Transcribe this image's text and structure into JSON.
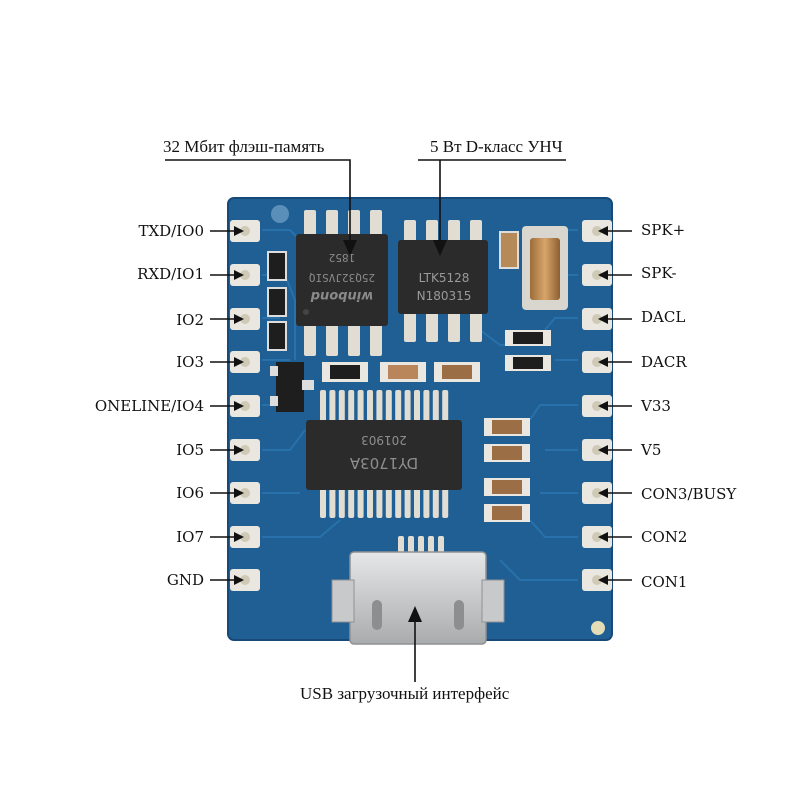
{
  "callouts": {
    "flash": "32 Мбит флэш-память",
    "amp": "5 Вт D-класс УНЧ",
    "usb": "USB загрузочный интерфейс"
  },
  "pins_left": [
    "TXD/IO0",
    "RXD/IO1",
    "IO2",
    "IO3",
    "ONELINE/IO4",
    "IO5",
    "IO6",
    "IO7",
    "GND"
  ],
  "pins_right": [
    "SPK+",
    "SPK-",
    "DACL",
    "DACR",
    "V33",
    "V5",
    "CON3/BUSY",
    "CON2",
    "CON1"
  ],
  "chips": {
    "flash_brand": "winbond",
    "flash_part": "25Q32JVSIQ",
    "flash_code": "1852",
    "amp_part": "LTK5128",
    "amp_code": "N180315",
    "mcu_part": "DY1703A",
    "mcu_code": "201903"
  },
  "colors": {
    "pcb": "#1f5f94",
    "pcb_edge": "#174a78",
    "pad": "#e9e7df",
    "chip": "#2b2b2b",
    "usb_metal": "#c9cbcd"
  }
}
